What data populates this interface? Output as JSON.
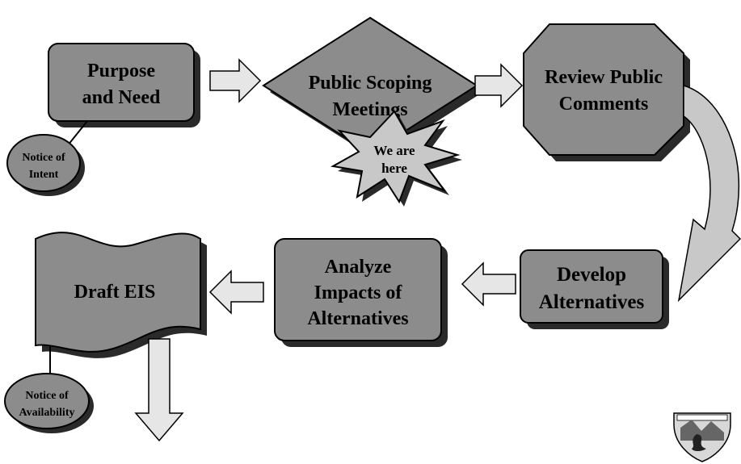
{
  "colors": {
    "node_fill": "#8c8c8c",
    "shadow": "#2a2a2a",
    "arrow_fill": "#e6e6e6",
    "curved_arrow_fill": "#c8c8c8",
    "starburst_fill": "#c8c8c8",
    "outline": "#000000",
    "background": "#ffffff"
  },
  "nodes": {
    "purpose": {
      "line1": "Purpose",
      "line2": "and Need"
    },
    "scoping": {
      "line1": "Public Scoping",
      "line2": "Meetings"
    },
    "review": {
      "line1": "Review Public",
      "line2": "Comments"
    },
    "develop": {
      "line1": "Develop",
      "line2": "Alternatives"
    },
    "analyze": {
      "line1": "Analyze",
      "line2": "Impacts of",
      "line3": "Alternatives"
    },
    "draft": {
      "label": "Draft EIS"
    }
  },
  "callouts": {
    "notice_intent": {
      "line1": "Notice of",
      "line2": "Intent"
    },
    "notice_availability": {
      "line1": "Notice of",
      "line2": "Availability"
    },
    "we_are_here": {
      "line1": "We are",
      "line2": "here"
    }
  },
  "logo": {
    "icon": "blm-shield-logo"
  }
}
